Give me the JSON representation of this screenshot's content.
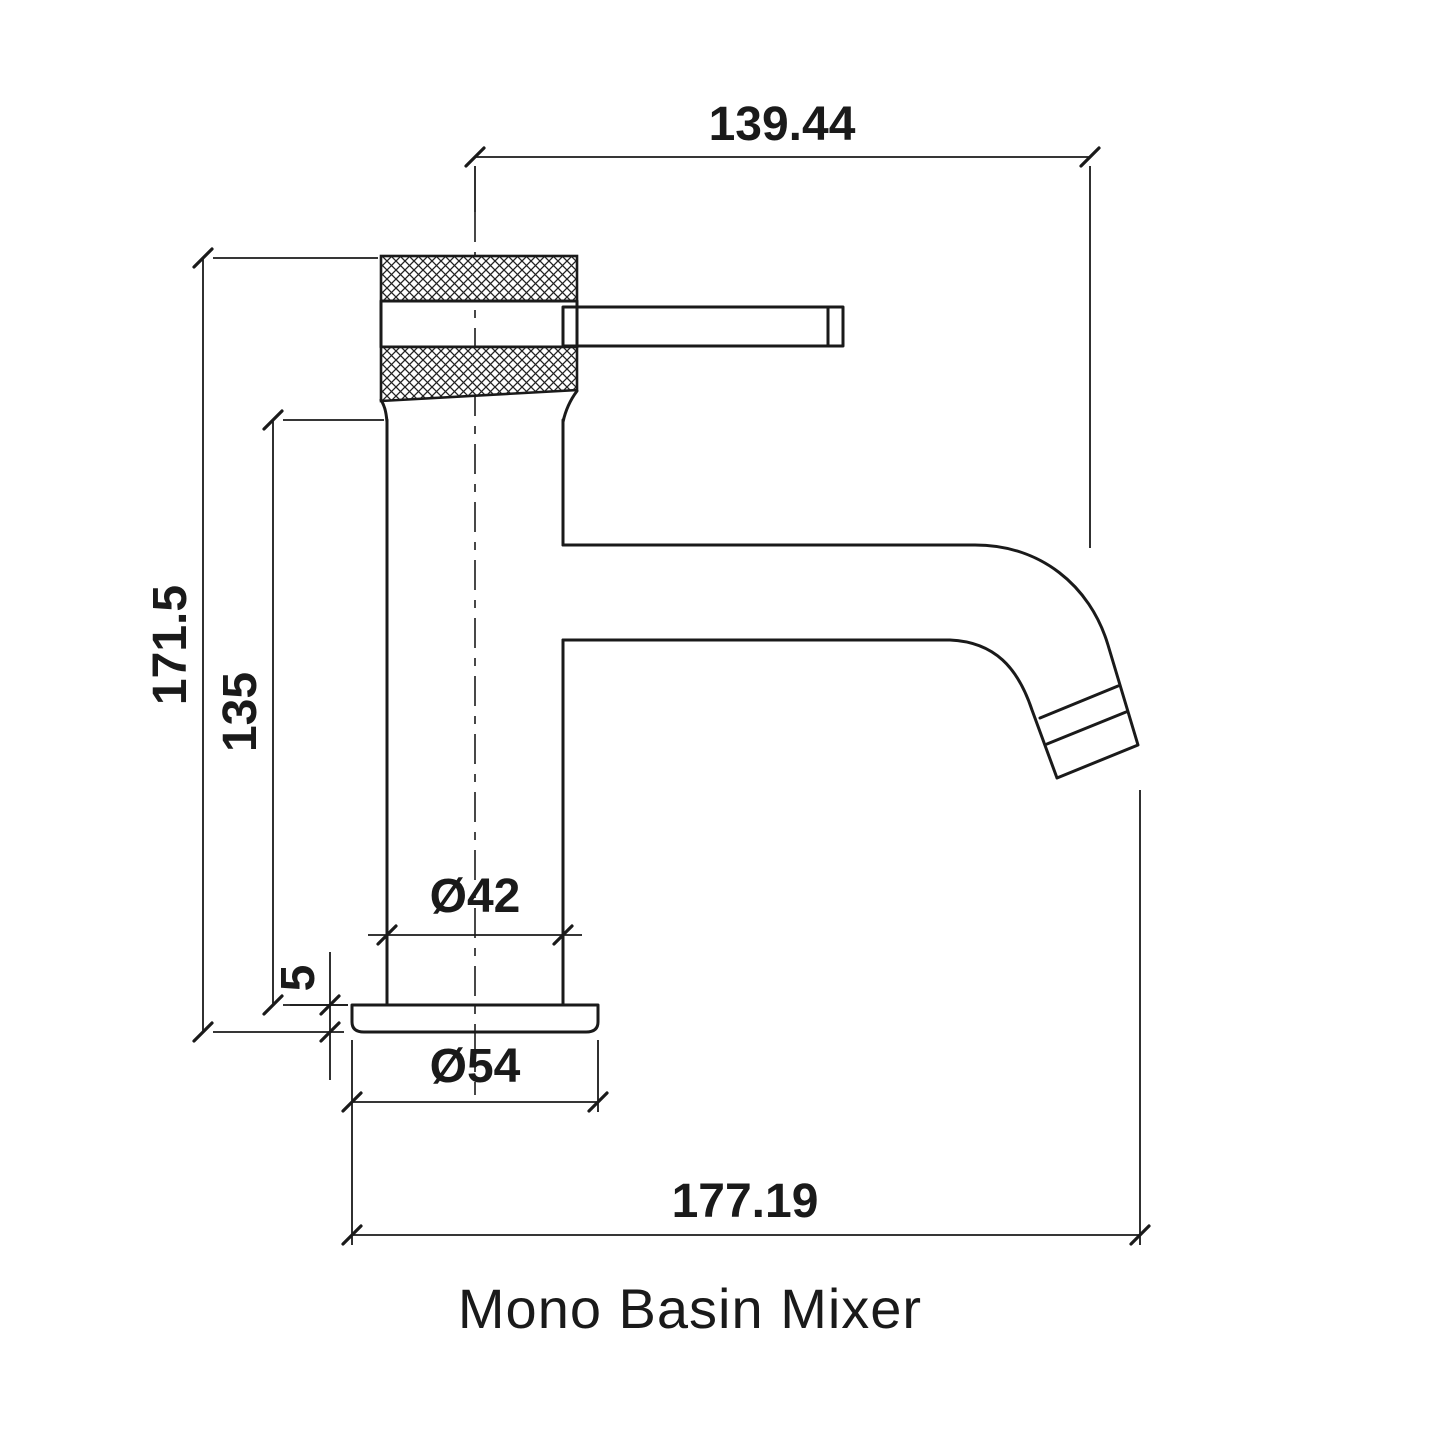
{
  "title": "Mono Basin Mixer",
  "drawing": {
    "name": "mono-basin-mixer-technical-drawing",
    "dimensions": {
      "top_width": "139.44",
      "overall_height": "171.5",
      "body_height": "135",
      "body_diameter": "Ø42",
      "base_height": "5",
      "base_diameter": "Ø54",
      "overall_width": "177.19"
    }
  },
  "colors": {
    "line": "#1a1a1a",
    "background": "#ffffff"
  }
}
